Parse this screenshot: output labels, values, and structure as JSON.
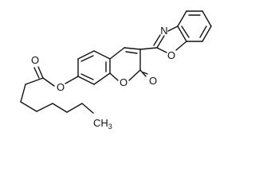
{
  "structure": {
    "atom_labels": {
      "n": "N",
      "o_benzoxazole": "O",
      "o_ester_ring": "O",
      "o_lactone_ring": "O",
      "o_lactone_carbonyl": "O",
      "o_ester_carbonyl": "O",
      "ch3": "CH",
      "ch3_sub": "3"
    }
  }
}
